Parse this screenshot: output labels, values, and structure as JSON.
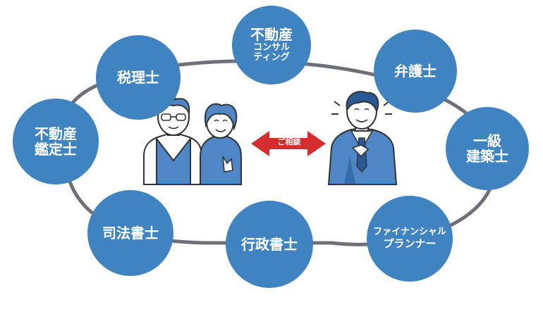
{
  "colors": {
    "circle": "#3f83c1",
    "ring": "#6f7077",
    "arrow": "#d52d2d",
    "person_blue": "#4f86c6",
    "person_dark": "#2a5a96"
  },
  "specialists": [
    {
      "lines": [
        "税理士"
      ]
    },
    {
      "lines": [
        "不動産",
        "コンサル",
        "ティング"
      ]
    },
    {
      "lines": [
        "弁護士"
      ]
    },
    {
      "lines": [
        "不動産",
        "鑑定士"
      ]
    },
    {
      "lines": [
        "一級",
        "建築士"
      ]
    },
    {
      "lines": [
        "司法書士"
      ]
    },
    {
      "lines": [
        "行政書士"
      ]
    },
    {
      "lines": [
        "ファイナンシャル",
        "プランナー"
      ]
    }
  ],
  "consult_label": "ご相談",
  "people": {
    "clients_icon": "elderly-couple-icon",
    "advisor_icon": "advisor-man-icon"
  }
}
